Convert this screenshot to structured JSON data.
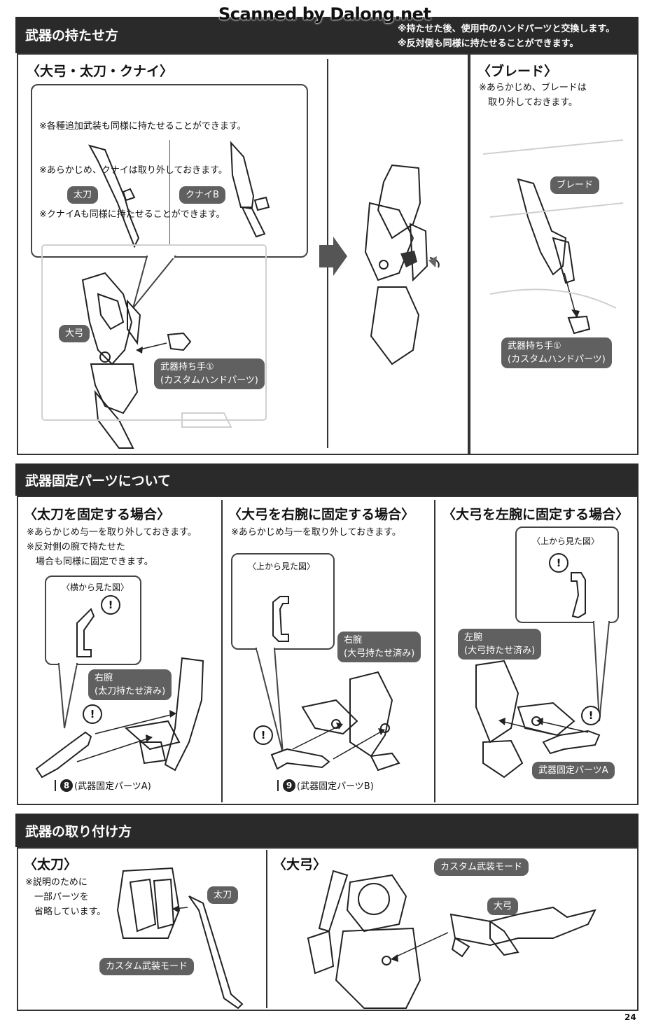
{
  "watermark": "Scanned by Dalong.net",
  "section1": {
    "header": "武器の持たせ方",
    "notes": [
      "※持たせた後、使用中のハンドパーツと交換します。",
      "※反対側も同様に持たせることができます。"
    ],
    "panel_a": {
      "title": "〈大弓・太刀・クナイ〉",
      "bubble_notes": [
        "※各種追加武装も同様に持たせることができます。",
        "※あらかじめ、クナイは取り外しておきます。",
        "※クナイAも同様に持たせることができます。"
      ],
      "label_tachi": "太刀",
      "label_kunai": "クナイB",
      "label_daikyu": "大弓",
      "label_hand": "武器持ち手①\n(カスタムハンドパーツ)"
    },
    "panel_b": {
      "title": "〈ブレード〉",
      "note": "※あらかじめ、ブレードは\n　取り外しておきます。",
      "label_blade": "ブレード",
      "label_hand": "武器持ち手①\n(カスタムハンドパーツ)"
    }
  },
  "section2": {
    "header": "武器固定パーツについて",
    "col1": {
      "title": "〈太刀を固定する場合〉",
      "notes": "※あらかじめ与一を取り外しておきます。\n※反対側の腕で持たせた\n　場合も同様に固定できます。",
      "view_label": "〈横から見た図〉",
      "arm_label": "右腕\n(太刀持たせ済み)",
      "part_num": "8",
      "part_label": "(武器固定パーツA)"
    },
    "col2": {
      "title": "〈大弓を右腕に固定する場合〉",
      "notes": "※あらかじめ与一を取り外しておきます。",
      "view_label": "〈上から見た図〉",
      "arm_label": "右腕\n(大弓持たせ済み)",
      "part_num": "9",
      "part_label": "(武器固定パーツB)"
    },
    "col3": {
      "title": "〈大弓を左腕に固定する場合〉",
      "view_label": "〈上から見た図〉",
      "arm_label": "左腕\n(大弓持たせ済み)",
      "part_label": "武器固定パーツA"
    }
  },
  "section3": {
    "header": "武器の取り付け方",
    "col1": {
      "title": "〈太刀〉",
      "note": "※説明のために\n　一部パーツを\n　省略しています。",
      "label_tachi": "太刀",
      "label_mode": "カスタム武装モード"
    },
    "col2": {
      "title": "〈大弓〉",
      "label_mode": "カスタム武装モード",
      "label_daikyu": "大弓"
    }
  },
  "page_number": "24",
  "warning_glyph": "!"
}
